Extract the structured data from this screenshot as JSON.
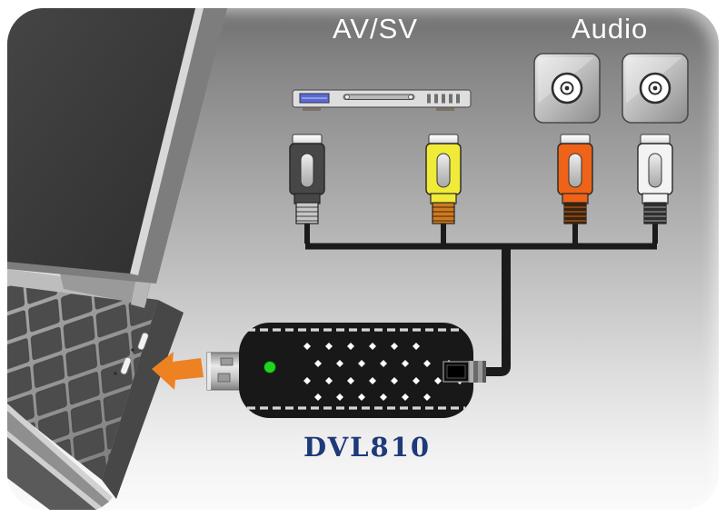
{
  "labels": {
    "av_sv": "AV/SV",
    "audio": "Audio",
    "model": "DVL810"
  },
  "colors": {
    "label_text": "#ffffff",
    "model_text": "#1e3a78",
    "arrow": "#ee8122",
    "led": "#21d421",
    "cable": "#1b1b1b",
    "svideo_body": "#474747",
    "svideo_barrel": "#c6c6c6",
    "composite_body": "#f0ea38",
    "composite_barrel": "#cf7a1e",
    "audio_red_body": "#ee6317",
    "audio_red_barrel": "#3a2410",
    "audio_white_body": "#f3f3f3",
    "audio_white_barrel": "#2f2f2f"
  },
  "connectors": [
    {
      "name": "s-video",
      "color": "#474747"
    },
    {
      "name": "composite-video",
      "color": "#f0ea38"
    },
    {
      "name": "audio-right",
      "color": "#ee6317"
    },
    {
      "name": "audio-left",
      "color": "#f3f3f3"
    }
  ]
}
